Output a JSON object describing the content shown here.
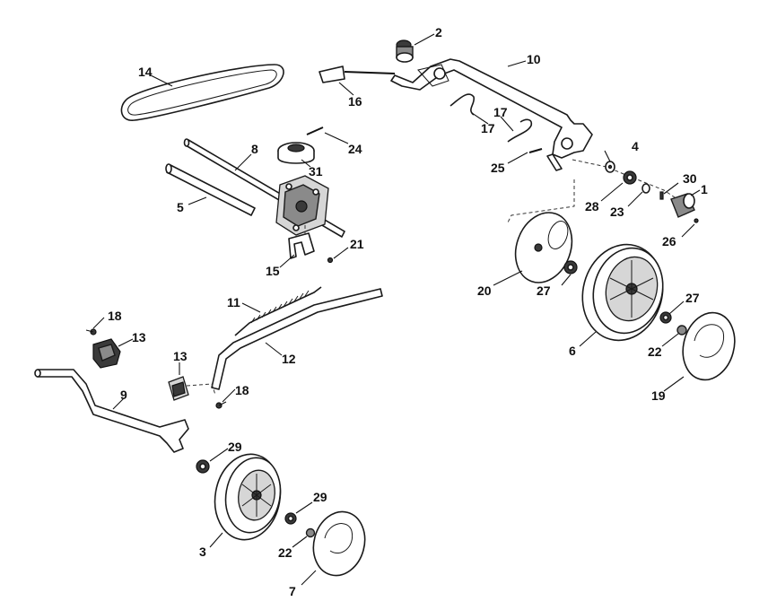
{
  "callouts": {
    "c1": "1",
    "c2": "2",
    "c3": "3",
    "c4": "4",
    "c5": "5",
    "c6": "6",
    "c7": "7",
    "c8": "8",
    "c9": "9",
    "c10": "10",
    "c11": "11",
    "c12": "12",
    "c13a": "13",
    "c13b": "13",
    "c14": "14",
    "c15": "15",
    "c16": "16",
    "c17a": "17",
    "c17b": "17",
    "c18a": "18",
    "c18b": "18",
    "c19": "19",
    "c20": "20",
    "c21": "21",
    "c22a": "22",
    "c22b": "22",
    "c23": "23",
    "c24": "24",
    "c25": "25",
    "c26": "26",
    "c27a": "27",
    "c27b": "27",
    "c28": "28",
    "c29a": "29",
    "c29b": "29",
    "c30": "30",
    "c31": "31"
  }
}
